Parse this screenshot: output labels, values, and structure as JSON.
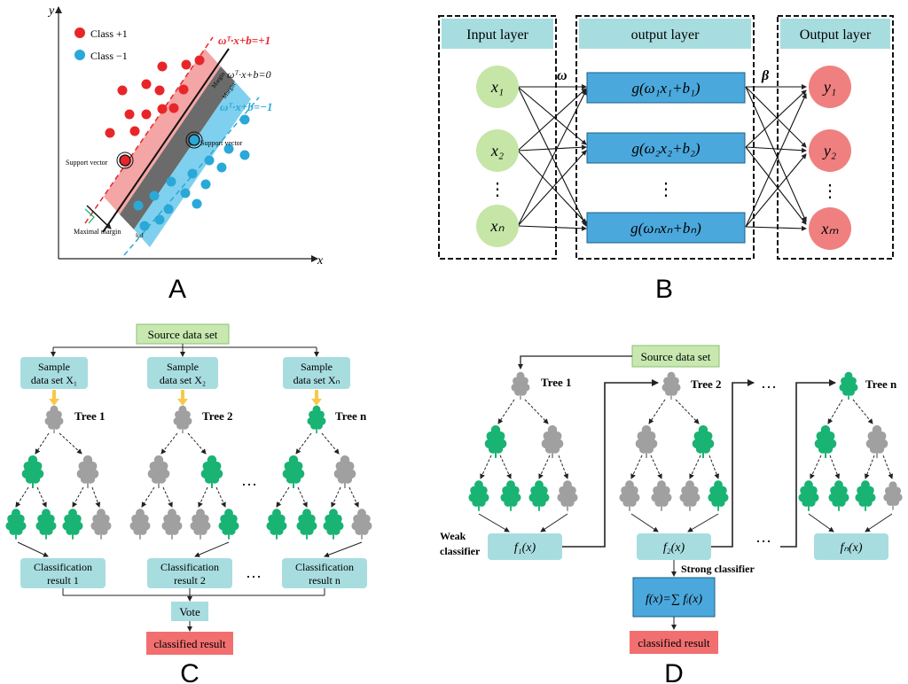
{
  "panels": {
    "A": {
      "label": "A",
      "axis_x": "x",
      "axis_y": "y",
      "legend": [
        {
          "text": "Class +1",
          "color": "#e8262a"
        },
        {
          "text": "Class −1",
          "color": "#2aa8d8"
        }
      ],
      "eq_pos": "ωᵀ·x+b=+1",
      "eq_mid": "ωᵀ·x+b=0",
      "eq_neg": "ωᵀ·x+b=−1",
      "margin_top": "Margin",
      "margin_bottom": "Margin",
      "support_vector_left": "Support vector",
      "support_vector_right": "Support vector",
      "maximal_margin": "Maximal margin",
      "norm_label": "‖ω‖",
      "colors": {
        "pos": "#e8262a",
        "neg": "#2aa8d8",
        "band_pos": "#f4a5a5",
        "band_neg": "#7fd0ee",
        "band_mid": "#6b6b6b"
      }
    },
    "B": {
      "label": "B",
      "input_title": "Input layer",
      "hidden_title": "output layer",
      "output_title": "Output layer",
      "inputs": [
        "x₁",
        "x₂",
        "xₙ"
      ],
      "nodes": [
        "g(ω₁x₁+b₁)",
        "g(ω₂x₂+b₂)",
        "g(ωₙxₙ+bₙ)"
      ],
      "outputs": [
        "y₁",
        "y₂",
        "xₘ"
      ],
      "omega": "ω",
      "beta": "β",
      "dots": "⋮",
      "colors": {
        "title_bg": "#a8dde0",
        "input": "#c5e6a6",
        "node": "#4aa8dc",
        "output": "#f08080"
      }
    },
    "C": {
      "label": "C",
      "source": "Source data set",
      "samples": [
        {
          "line1": "Sample",
          "line2": "data set X₁"
        },
        {
          "line1": "Sample",
          "line2": "data set X₂"
        },
        {
          "line1": "Sample",
          "line2": "data set Xₙ"
        }
      ],
      "trees": [
        "Tree 1",
        "Tree 2",
        "Tree n"
      ],
      "results": [
        {
          "line1": "Classification",
          "line2": "result 1"
        },
        {
          "line1": "Classification",
          "line2": "result 2"
        },
        {
          "line1": "Classification",
          "line2": "result n"
        }
      ],
      "ellipsis": "…",
      "vote": "Vote",
      "classified": "classified result",
      "colors": {
        "source": "#c7e9b0",
        "box": "#a8dde0",
        "result": "#f26f6f",
        "green": "#19b374",
        "gray": "#a0a0a0",
        "arrow": "#f7c94a"
      }
    },
    "D": {
      "label": "D",
      "source": "Source data set",
      "trees": [
        "Tree 1",
        "Tree 2",
        "Tree n"
      ],
      "weak": [
        "f₁(x)",
        "f₂(x)",
        "fₙ(x)"
      ],
      "weak_label": "Weak classifier",
      "strong_label": "Strong classifier",
      "strong_formula": "f(x)=∑ fᵢ(x)",
      "classified": "classified result",
      "ellipsis": "…",
      "colors": {
        "source": "#c7e9b0",
        "box": "#a8dde0",
        "strong": "#4aa8dc",
        "result": "#f26f6f"
      }
    }
  }
}
